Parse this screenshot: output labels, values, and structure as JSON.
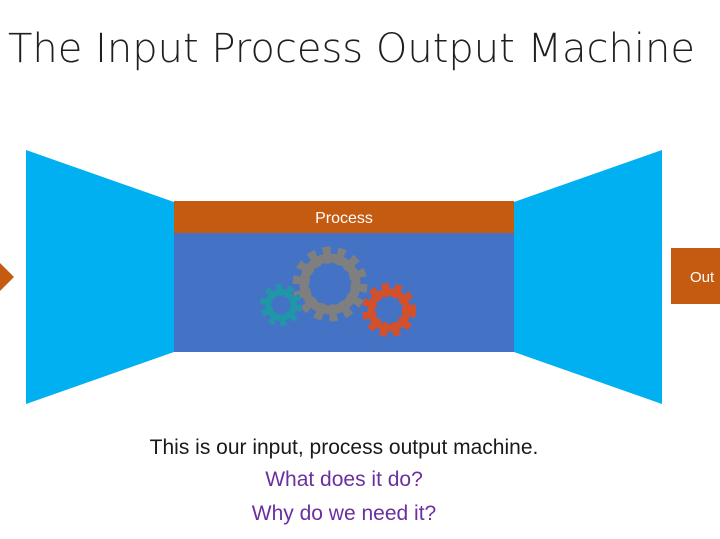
{
  "title": "The Input Process Output Machine",
  "process_label": "Process",
  "output_label": "Out",
  "captions": {
    "line1": "This is our input, process output machine.",
    "line2": "What does it do?",
    "line3": "Why do we need it?"
  },
  "colors": {
    "funnel": "#00b0f0",
    "process_box": "#4472c4",
    "process_header": "#c55a11",
    "gear_gray": "#7f7f7f",
    "gear_teal": "#2097a8",
    "gear_orange": "#d4502a",
    "question_text": "#6b2fa0"
  },
  "icons": [
    "input-arrow-icon",
    "large-gear-icon",
    "small-gear-icon",
    "medium-gear-icon"
  ]
}
